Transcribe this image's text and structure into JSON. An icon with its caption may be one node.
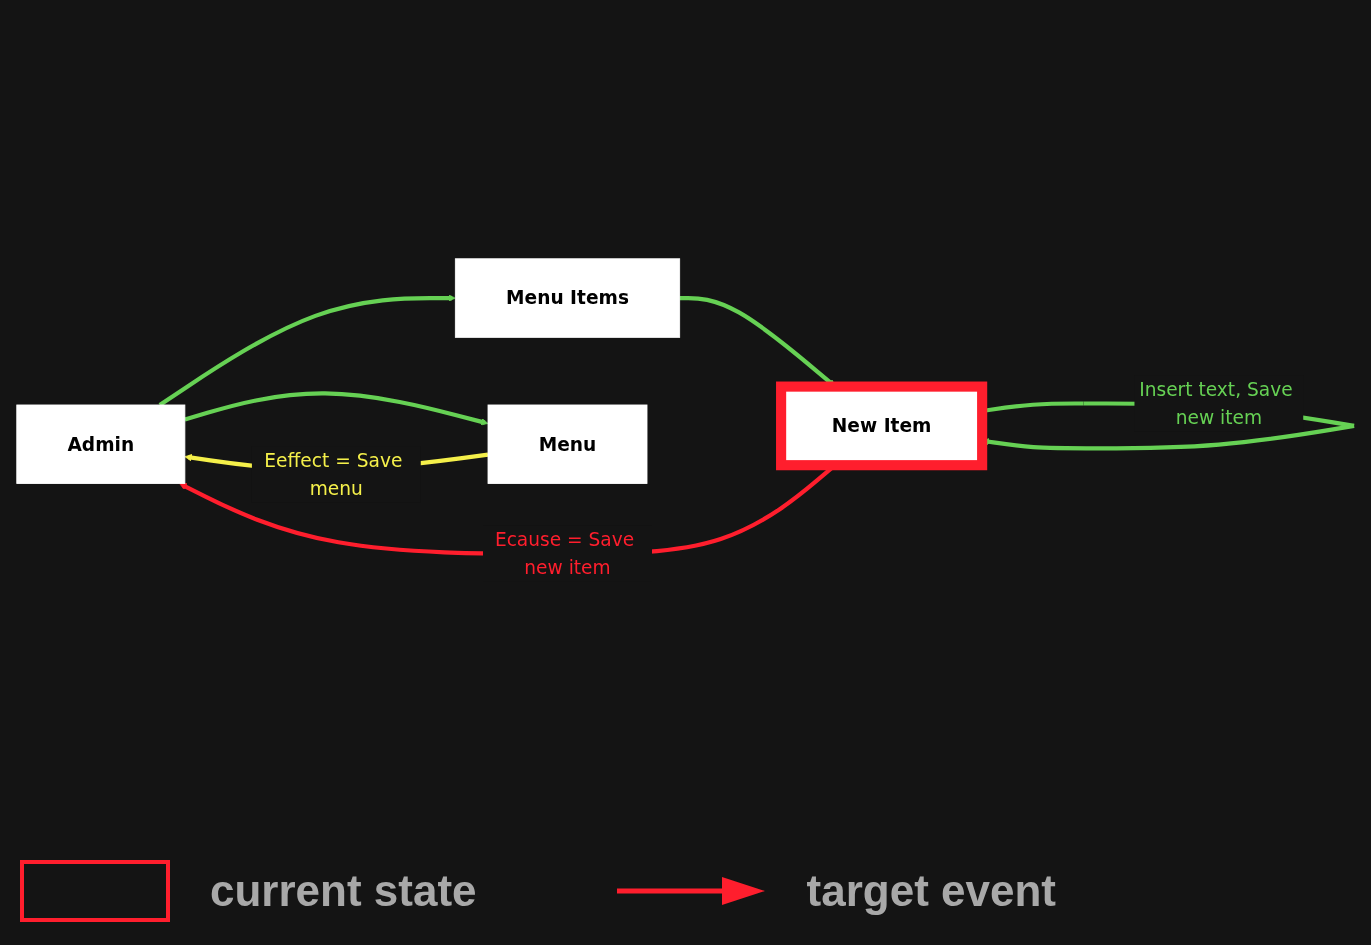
{
  "diagram": {
    "nodes": [
      {
        "text": [
          "Admin"
        ]
      },
      {
        "text": [
          "Menu Items"
        ]
      },
      {
        "text": [
          "New Item"
        ]
      },
      {
        "text": [
          "Menu"
        ]
      }
    ],
    "edges": [
      {
        "from": 0,
        "to": 1,
        "arrow": "to"
      },
      {
        "from": 1,
        "to": 2,
        "arrow": "to"
      },
      {
        "from": 0,
        "to": 3,
        "arrow": "to"
      },
      {
        "from": 2,
        "to": 2,
        "arrow": "to",
        "label": "Insert text, Save new item"
      },
      {
        "from": 2,
        "to": 0,
        "arrow": "to",
        "label": "Ecause = Save new item",
        "color": "#ff1e2d"
      },
      {
        "from": 3,
        "to": 0,
        "arrow": "to",
        "label": "Eeffect = Save menu",
        "color": "#f5f04a"
      }
    ],
    "legend": [
      {
        "text": "current state"
      },
      {
        "text": "target event"
      }
    ]
  }
}
